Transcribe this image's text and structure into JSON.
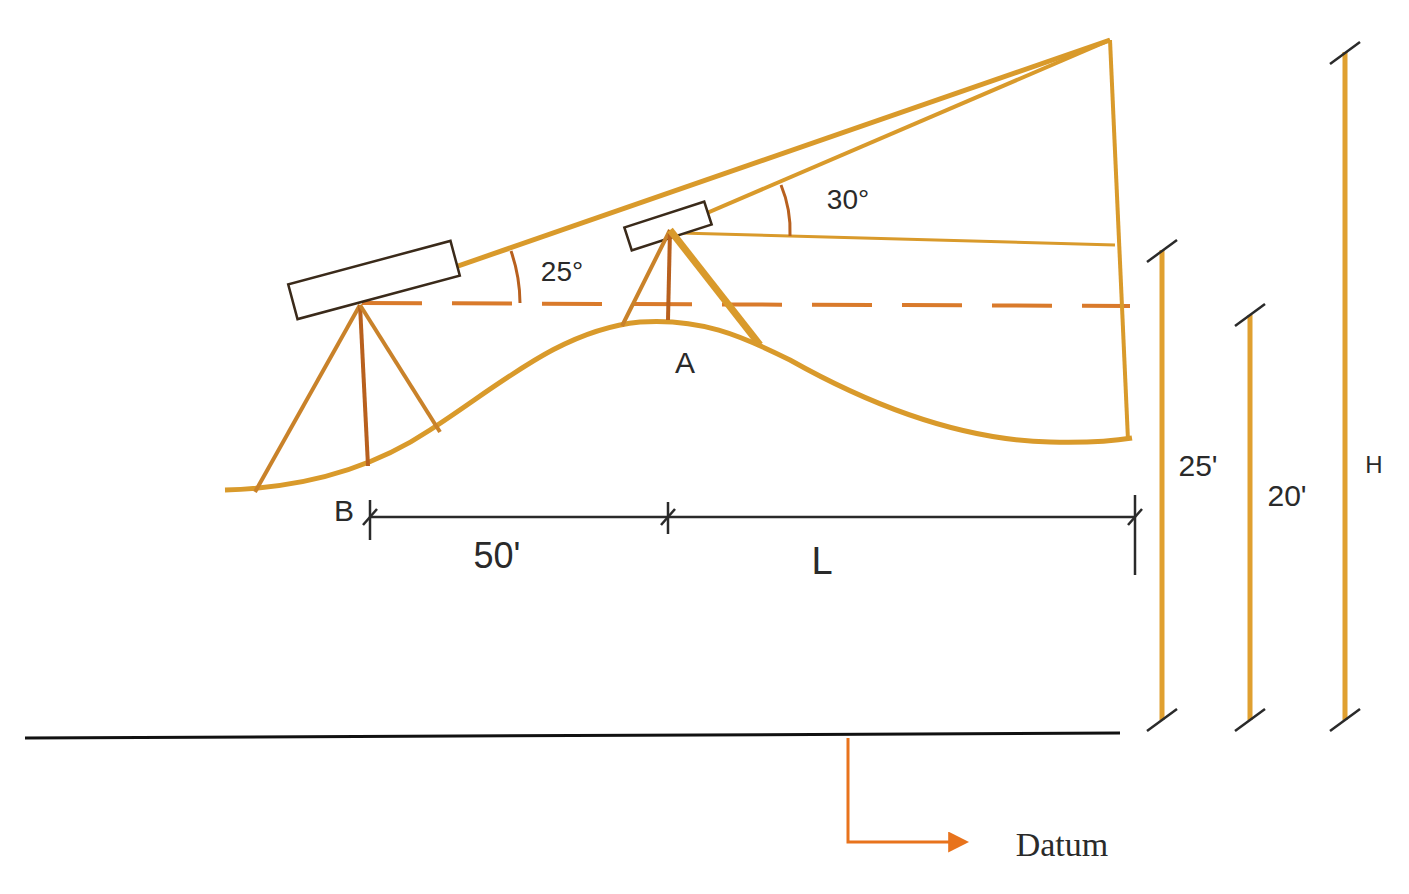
{
  "diagram": {
    "labels": [
      "30°",
      "25°",
      "A",
      "B",
      "50'",
      "L",
      "25'",
      "20'",
      "H",
      "Datum"
    ]
  }
}
